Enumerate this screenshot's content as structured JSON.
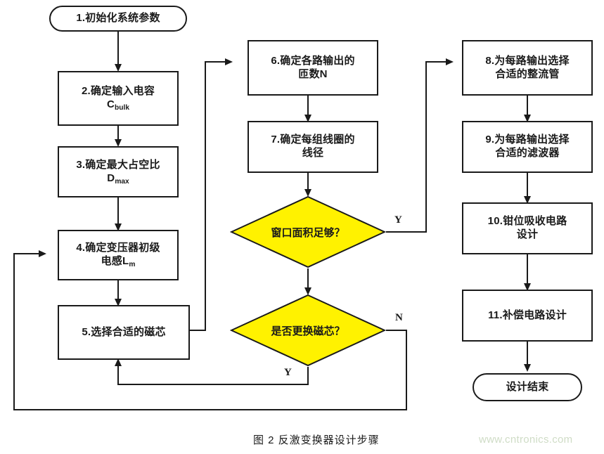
{
  "figure": {
    "caption": "图 2 反激变换器设计步骤",
    "watermark": "www.cntronics.com",
    "colors": {
      "stroke": "#1a1a1a",
      "decision_fill": "#FFF200",
      "node_fill": "#ffffff",
      "background": "#ffffff",
      "watermark": "#cfdcc6"
    }
  },
  "nodes": {
    "start": {
      "label": "1.初始化系统参数",
      "shape": "terminal"
    },
    "step2": {
      "label_main": "2.确定输入电容",
      "label_sub_base": "C",
      "label_sub_script": "bulk",
      "shape": "process"
    },
    "step3": {
      "label_main": "3.确定最大占空比",
      "label_sub_base": "D",
      "label_sub_script": "max",
      "shape": "process"
    },
    "step4": {
      "label_main": "4.确定变压器初级",
      "label_sub_base": "电感L",
      "label_sub_script": "m",
      "shape": "process"
    },
    "step5": {
      "label": "5.选择合适的磁芯",
      "shape": "process"
    },
    "step6": {
      "label": "6.确定各路输出的\n匝数N",
      "shape": "process"
    },
    "step7": {
      "label": "7.确定每组线圈的\n线径",
      "shape": "process"
    },
    "decision1": {
      "label": "窗口面积足够？",
      "shape": "decision"
    },
    "decision2": {
      "label": "是否更换磁芯？",
      "shape": "decision"
    },
    "step8": {
      "label": "8.为每路输出选择\n合适的整流管",
      "shape": "process"
    },
    "step9": {
      "label": "9.为每路输出选择\n合适的滤波器",
      "shape": "process"
    },
    "step10": {
      "label": "10.钳位吸收电路\n设计",
      "shape": "process"
    },
    "step11": {
      "label": "11.补偿电路设计",
      "shape": "process"
    },
    "end": {
      "label": "设计结束",
      "shape": "terminal"
    }
  },
  "edge_labels": {
    "d1_yes": "Y",
    "d2_no": "N",
    "d2_yes": "Y"
  }
}
